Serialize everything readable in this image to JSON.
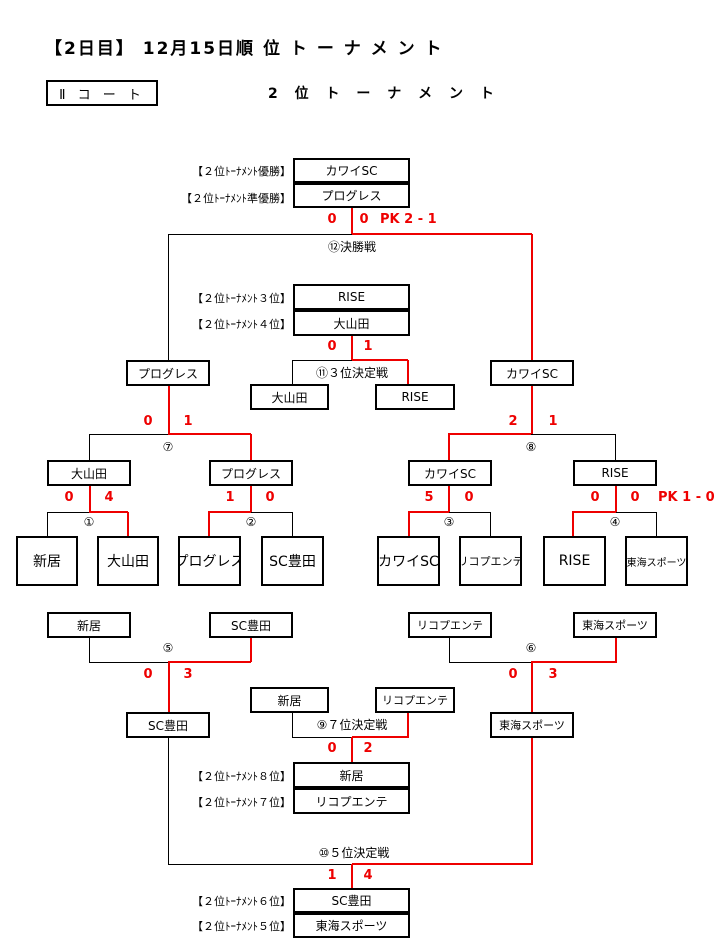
{
  "header": {
    "title": "【2日目】 12月15日順 位 ト ー ナ メ ン ト",
    "court": "Ⅱ コ ー ト",
    "subtitle": "2 位 ト ー ナ メ ン ト"
  },
  "results": {
    "winner_label": "【２位ﾄｰﾅﾒﾝﾄ優勝】",
    "winner": "カワイSC",
    "runnerup_label": "【２位ﾄｰﾅﾒﾝﾄ準優勝】",
    "runnerup": "プログレス",
    "third_label": "【２位ﾄｰﾅﾒﾝﾄ３位】",
    "third": "RISE",
    "fourth_label": "【２位ﾄｰﾅﾒﾝﾄ４位】",
    "fourth": "大山田",
    "eighth_label": "【２位ﾄｰﾅﾒﾝﾄ８位】",
    "eighth": "新居",
    "seventh_label": "【２位ﾄｰﾅﾒﾝﾄ７位】",
    "seventh": "リコプエンテ",
    "sixth_label": "【２位ﾄｰﾅﾒﾝﾄ６位】",
    "sixth": "SC豊田",
    "fifth_label": "【２位ﾄｰﾅﾒﾝﾄ５位】",
    "fifth": "東海スポーツ"
  },
  "final": {
    "label": "⑫決勝戦",
    "score_left": "0",
    "score_right": "0",
    "pk": "PK 2 - 1"
  },
  "third_place": {
    "label": "⑪３位決定戦",
    "score_left": "0",
    "score_right": "1",
    "team_left": "大山田",
    "team_right": "RISE"
  },
  "semis": {
    "left": {
      "label": "⑦",
      "score_left": "0",
      "score_right": "1",
      "winner": "プログレス"
    },
    "right": {
      "label": "⑧",
      "score_left": "2",
      "score_right": "1",
      "winner": "カワイSC"
    }
  },
  "quarters": {
    "q1": {
      "label": "①",
      "score_left": "0",
      "score_right": "4",
      "team_left": "新居",
      "team_right": "大山田",
      "winner": "大山田"
    },
    "q2": {
      "label": "②",
      "score_left": "1",
      "score_right": "0",
      "team_left": "プログレス",
      "team_right": "SC豊田",
      "winner": "プログレス"
    },
    "q3": {
      "label": "③",
      "score_left": "5",
      "score_right": "0",
      "team_left": "カワイSC",
      "team_right": "リコプエンテ",
      "winner": "カワイSC"
    },
    "q4": {
      "label": "④",
      "score_left": "0",
      "score_right": "0",
      "pk": "PK 1 - 0",
      "team_left": "RISE",
      "team_right": "東海スポーツ",
      "winner": "RISE"
    }
  },
  "consolation": {
    "m5": {
      "label": "⑤",
      "score_left": "0",
      "score_right": "3",
      "team_left": "新居",
      "team_right": "SC豊田",
      "winner": "SC豊田"
    },
    "m6": {
      "label": "⑥",
      "score_left": "0",
      "score_right": "3",
      "team_left": "リコプエンテ",
      "team_right": "東海スポーツ",
      "winner": "東海スポーツ"
    },
    "m9": {
      "label": "⑨７位決定戦",
      "score_left": "0",
      "score_right": "2",
      "team_left": "新居",
      "team_right": "リコプエンテ"
    },
    "m10": {
      "label": "⑩５位決定戦",
      "score_left": "1",
      "score_right": "4"
    }
  },
  "colors": {
    "winner_line": "#e00000",
    "loser_line": "#000000",
    "score": "#e00000"
  }
}
